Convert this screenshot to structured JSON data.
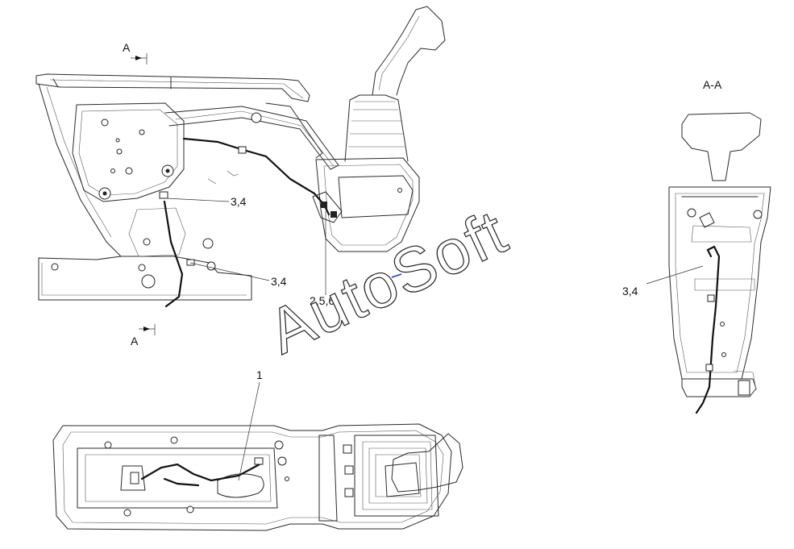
{
  "labels": {
    "section_a_top": "A",
    "section_a_bottom": "A",
    "section_title": "A-A",
    "ref_3_4_upper": "3,4",
    "ref_3_4_lower": "3,4",
    "ref_2_5_6": "2,5,6",
    "ref_3_4_right": "3,4",
    "ref_1": "1"
  },
  "watermark": "AutoSoft"
}
